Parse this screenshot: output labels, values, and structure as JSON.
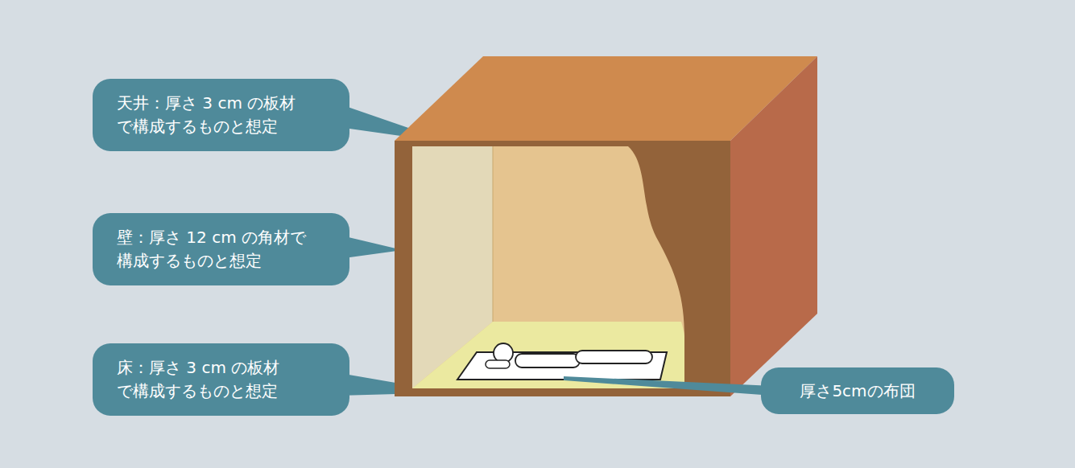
{
  "diagram": {
    "nodes": [
      {
        "text": [
          "天井：厚さ 3 cm の板材 で構成するものと想定"
        ]
      },
      {
        "text": [
          "壁：厚さ 12 cm の角材で 構成するものと想定"
        ]
      },
      {
        "text": [
          "床：厚さ 3 cm の板材 で構成するものと想定"
        ]
      },
      {
        "text": [
          "厚さ5cmの布団"
        ]
      }
    ]
  }
}
